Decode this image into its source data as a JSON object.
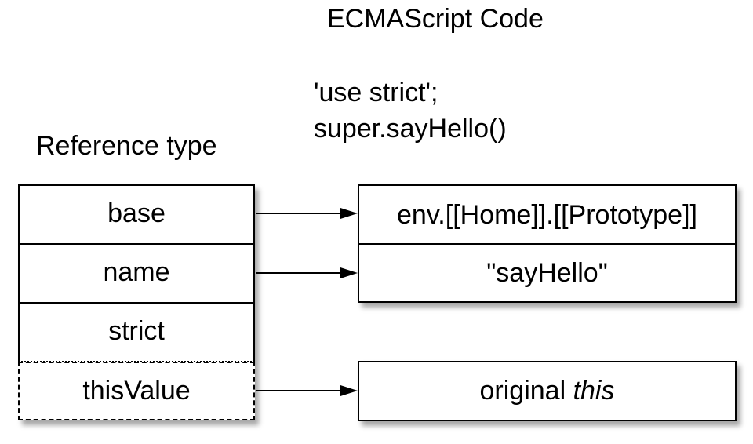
{
  "code": {
    "title": "ECMAScript Code",
    "lines": [
      "'use strict';",
      "super.sayHello()"
    ]
  },
  "reference": {
    "title": "Reference type",
    "fields": [
      "base",
      "name",
      "strict",
      "thisValue"
    ]
  },
  "targets": {
    "base_value": "env.[[Home]].[[Prototype]]",
    "name_value": "\"sayHello\"",
    "this_prefix": "original ",
    "this_emph": "this"
  }
}
